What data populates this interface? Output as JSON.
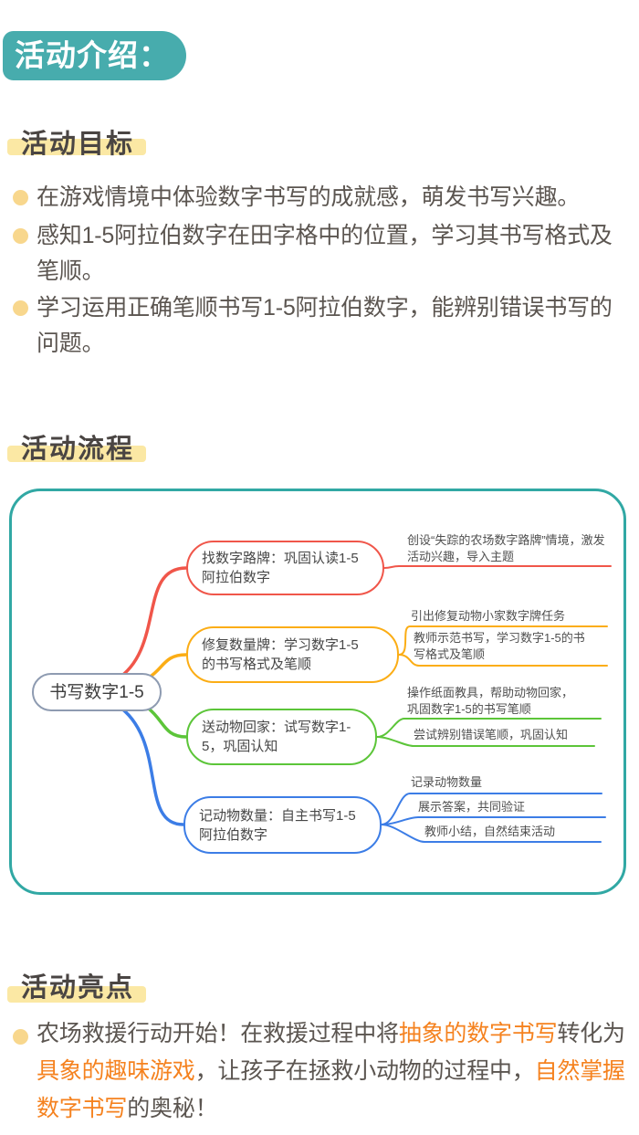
{
  "badge": {
    "label": "活动介绍："
  },
  "palette": {
    "teal": "#47ACAD",
    "heading_highlight": "#FBE8A4",
    "bullet_dot": "#F8D78D",
    "body_text": "#5B5550",
    "accent_orange": "#F5821F",
    "map_border_teal": "#31A8A4",
    "root_border_gray": "#8E9BB1"
  },
  "sections": {
    "goals": {
      "heading": "活动目标",
      "items": [
        "在游戏情境中体验数字书写的成就感，萌发书写兴趣。",
        "感知1-5阿拉伯数字在田字格中的位置，学习其书写格式及笔顺。",
        "学习运用正确笔顺书写1-5阿拉伯数字，能辨别错误书写的问题。"
      ]
    },
    "flow": {
      "heading": "活动流程",
      "mindmap": {
        "root": "书写数字1-5",
        "branches": [
          {
            "color": "#F0564A",
            "label": "找数字路牌：巩固认读1-5阿拉伯数字",
            "leaves": [
              "创设“失踪的农场数字路牌”情境，激发活动兴趣，导入主题"
            ]
          },
          {
            "color": "#FBAD15",
            "label": "修复数量牌：学习数字1-5的书写格式及笔顺",
            "leaves": [
              "引出修复动物小家数字牌任务",
              "教师示范书写，学习数字1-5的书写格式及笔顺"
            ]
          },
          {
            "color": "#5CC539",
            "label": "送动物回家：试写数字1-5，巩固认知",
            "leaves": [
              "操作纸面教具，帮助动物回家，巩固数字1-5的书写笔顺",
              "尝试辨别错误笔顺，巩固认知"
            ]
          },
          {
            "color": "#3C7DE6",
            "label": "记动物数量：自主书写1-5阿拉伯数字",
            "leaves": [
              "记录动物数量",
              "展示答案，共同验证",
              "教师小结，自然结束活动"
            ]
          }
        ]
      }
    },
    "highlights": {
      "heading": "活动亮点",
      "segments": [
        {
          "text": "农场救援行动开始！在救援过程中将",
          "accent": false
        },
        {
          "text": "抽象的数字书写",
          "accent": true
        },
        {
          "text": "转化为",
          "accent": false
        },
        {
          "text": "具象的趣味游戏",
          "accent": true
        },
        {
          "text": "，让孩子在拯救小动物的过程中，",
          "accent": false
        },
        {
          "text": "自然掌握数字书写",
          "accent": true
        },
        {
          "text": "的奥秘！",
          "accent": false
        }
      ]
    }
  }
}
